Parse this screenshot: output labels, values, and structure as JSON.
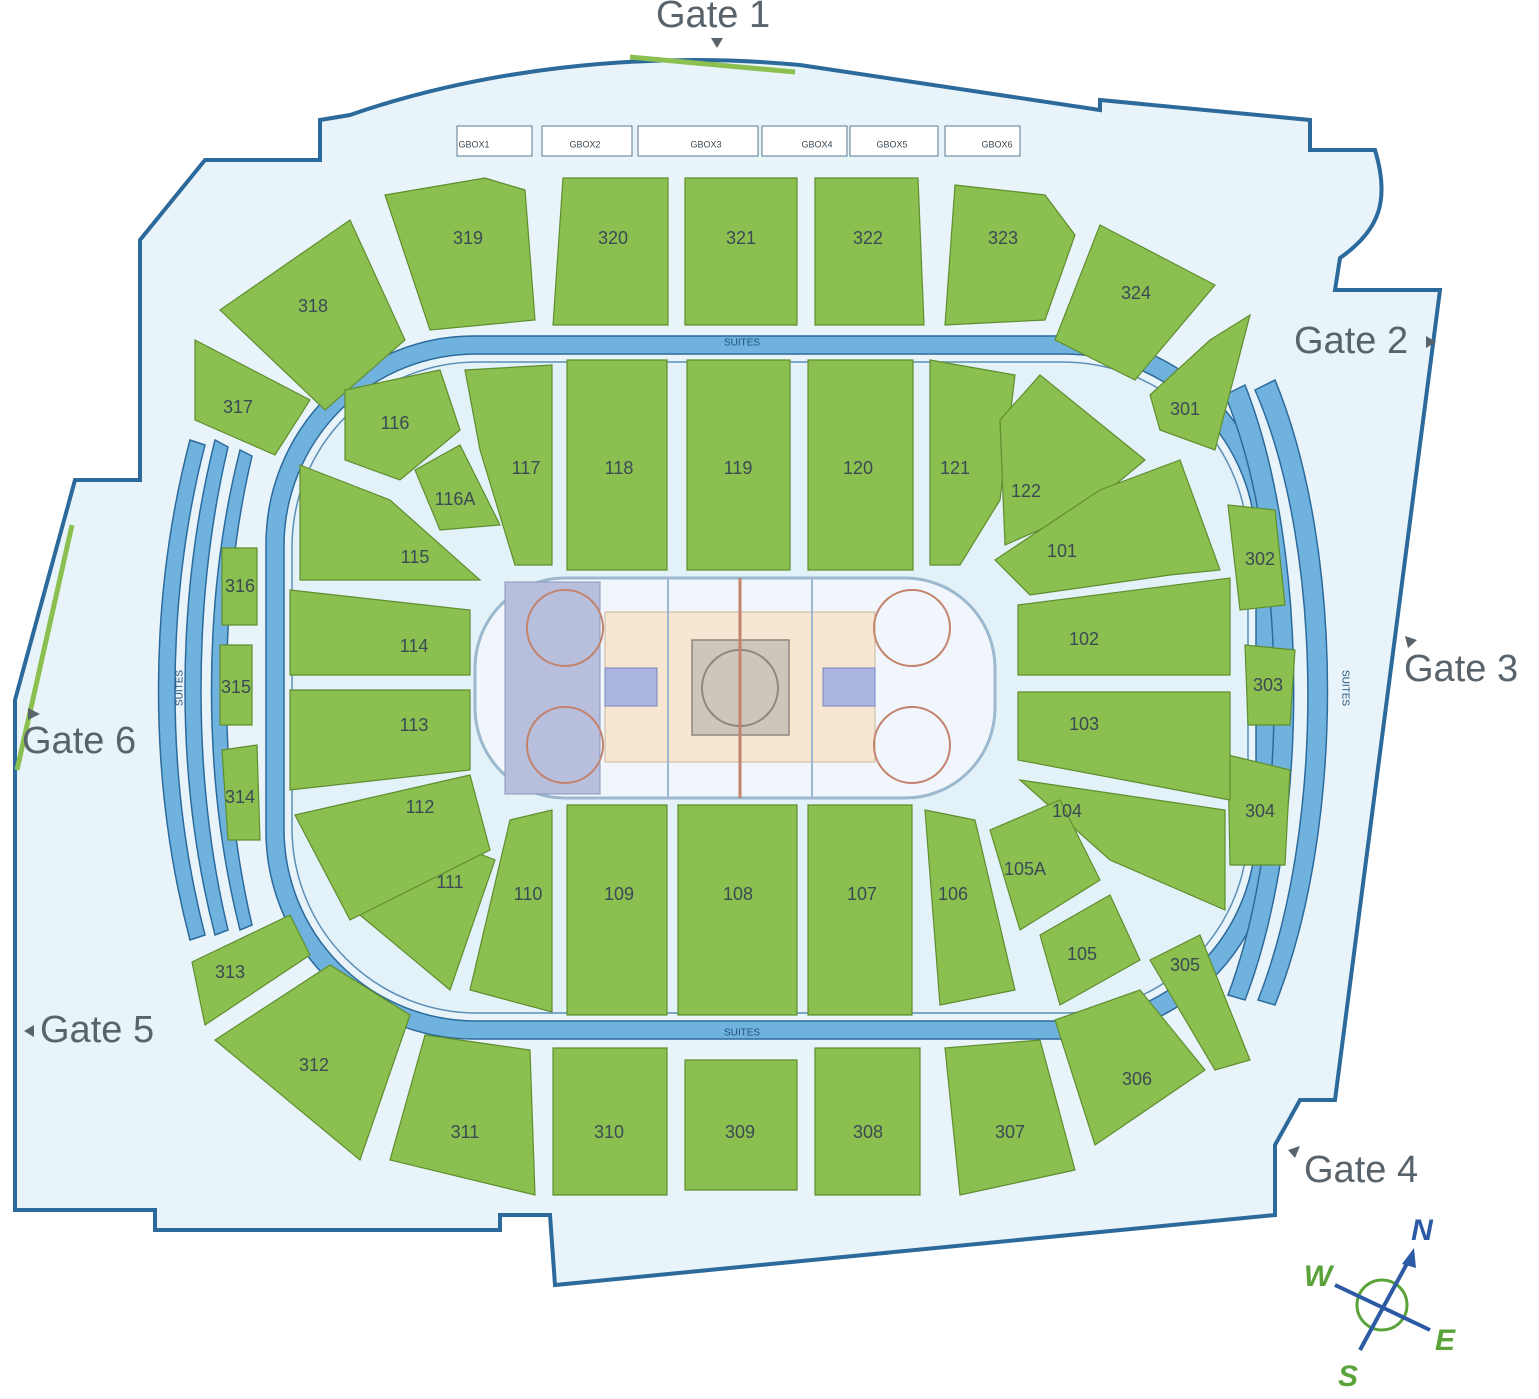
{
  "map": {
    "suites_label": "SUITES",
    "gates": [
      {
        "id": "1",
        "label": "Gate 1"
      },
      {
        "id": "2",
        "label": "Gate 2"
      },
      {
        "id": "3",
        "label": "Gate 3"
      },
      {
        "id": "4",
        "label": "Gate 4"
      },
      {
        "id": "5",
        "label": "Gate 5"
      },
      {
        "id": "6",
        "label": "Gate 6"
      }
    ],
    "gboxes": [
      "GBOX1",
      "GBOX2",
      "GBOX3",
      "GBOX4",
      "GBOX5",
      "GBOX6"
    ],
    "sections_100": [
      "101",
      "102",
      "103",
      "104",
      "105",
      "105A",
      "106",
      "107",
      "108",
      "109",
      "110",
      "111",
      "112",
      "113",
      "114",
      "115",
      "116",
      "116A",
      "117",
      "118",
      "119",
      "120",
      "121",
      "122"
    ],
    "sections_300": [
      "301",
      "302",
      "303",
      "304",
      "305",
      "306",
      "307",
      "308",
      "309",
      "310",
      "311",
      "312",
      "313",
      "314",
      "315",
      "316",
      "317",
      "318",
      "319",
      "320",
      "321",
      "322",
      "323",
      "324"
    ],
    "compass": {
      "n": "N",
      "s": "S",
      "e": "E",
      "w": "W"
    },
    "colors": {
      "seat": "#8bbf4f",
      "suite": "#6fb2dd",
      "outline": "#2d6a9c",
      "compass_ns": "#2d5aa4",
      "compass_ew": "#5aa33a"
    }
  }
}
